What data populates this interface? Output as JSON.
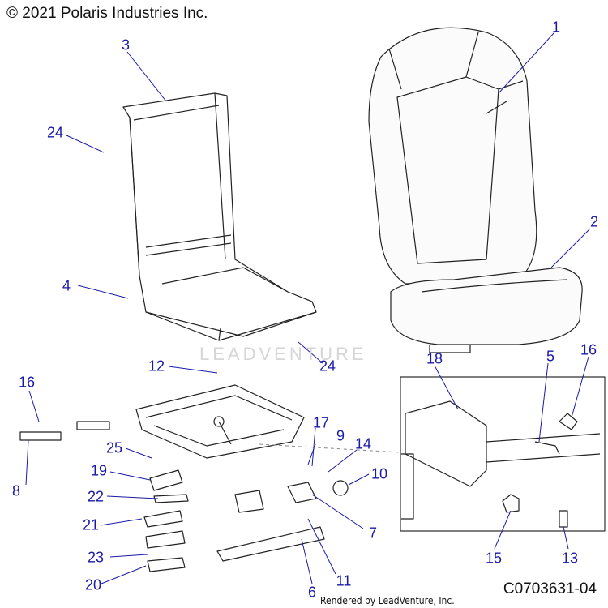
{
  "header": {
    "copyright": "© 2021 Polaris Industries Inc."
  },
  "footer": {
    "figure_code": "C0703631-04",
    "rendered_by": "Rendered by LeadVenture, Inc."
  },
  "watermark": {
    "text": "LEADVENTURE"
  },
  "callouts": [
    {
      "id": "1",
      "label": "1"
    },
    {
      "id": "2",
      "label": "2"
    },
    {
      "id": "3",
      "label": "3"
    },
    {
      "id": "4",
      "label": "4"
    },
    {
      "id": "5",
      "label": "5"
    },
    {
      "id": "6",
      "label": "6"
    },
    {
      "id": "7",
      "label": "7"
    },
    {
      "id": "8",
      "label": "8"
    },
    {
      "id": "9",
      "label": "9"
    },
    {
      "id": "10",
      "label": "10"
    },
    {
      "id": "11",
      "label": "11"
    },
    {
      "id": "12",
      "label": "12"
    },
    {
      "id": "13",
      "label": "13"
    },
    {
      "id": "14",
      "label": "14"
    },
    {
      "id": "15",
      "label": "15"
    },
    {
      "id": "16a",
      "label": "16"
    },
    {
      "id": "16b",
      "label": "16"
    },
    {
      "id": "17",
      "label": "17"
    },
    {
      "id": "18",
      "label": "18"
    },
    {
      "id": "19",
      "label": "19"
    },
    {
      "id": "20",
      "label": "20"
    },
    {
      "id": "21",
      "label": "21"
    },
    {
      "id": "22",
      "label": "22"
    },
    {
      "id": "23",
      "label": "23"
    },
    {
      "id": "24a",
      "label": "24"
    },
    {
      "id": "24b",
      "label": "24"
    },
    {
      "id": "25",
      "label": "25"
    }
  ]
}
